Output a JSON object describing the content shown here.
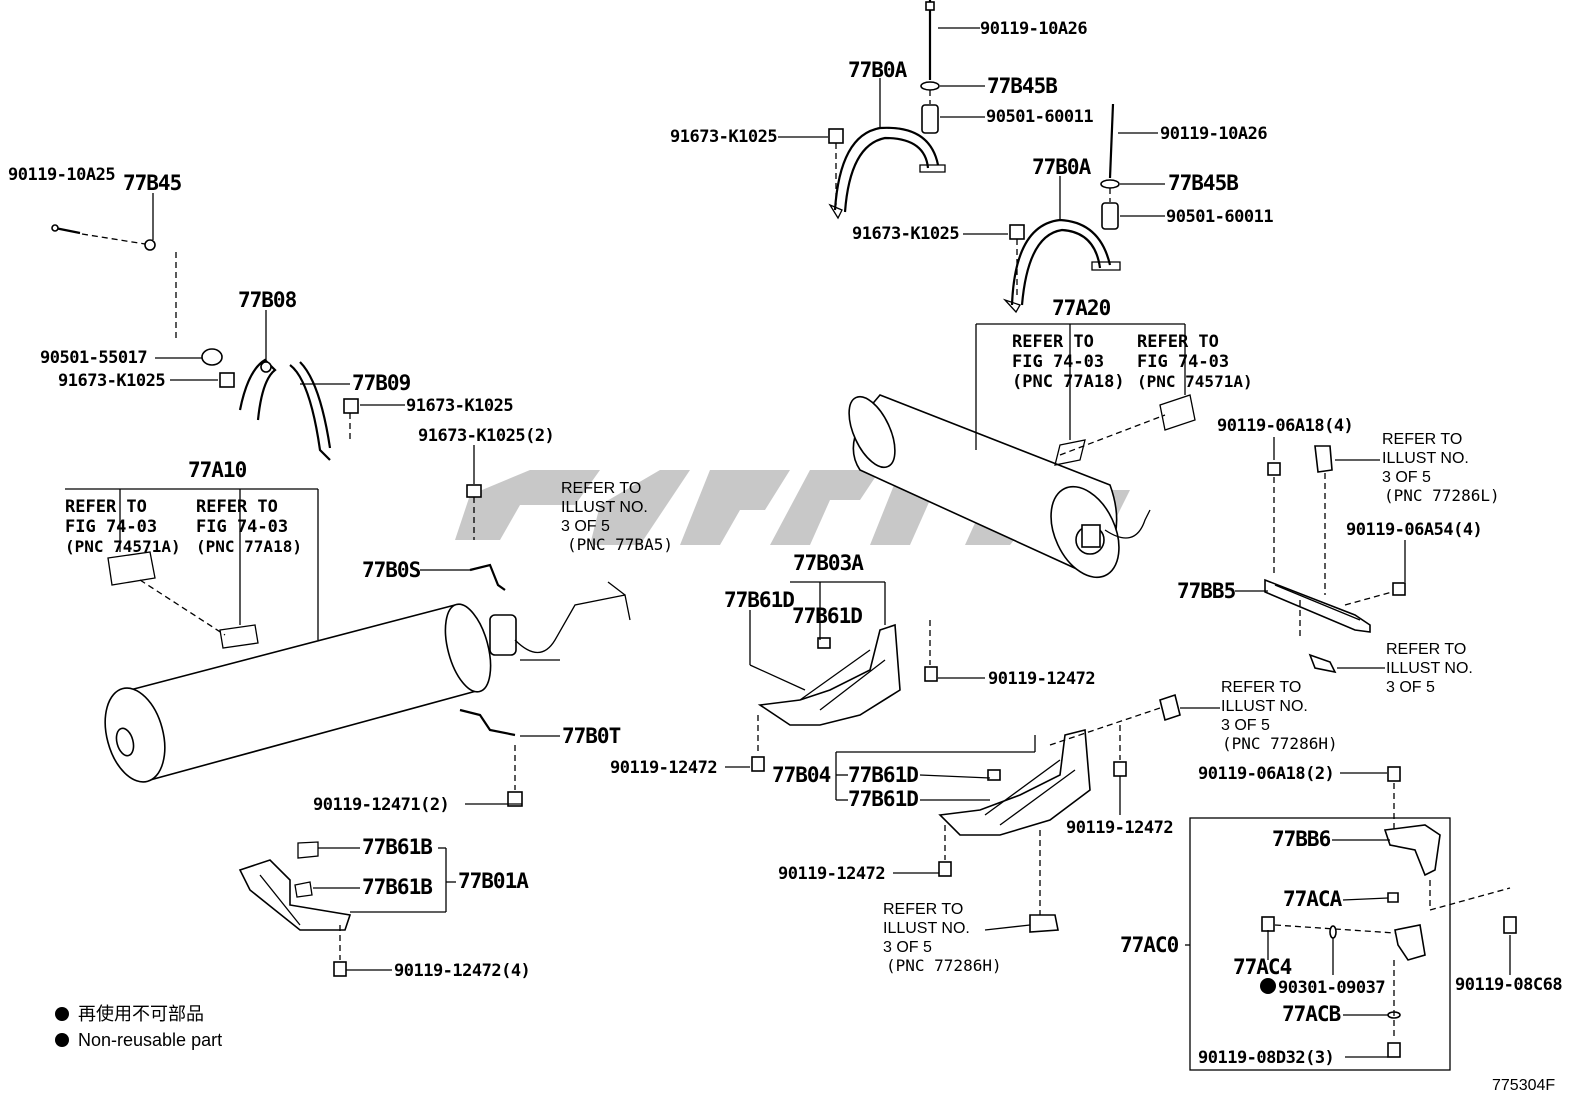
{
  "labels": {
    "p_90119_10A26_top": "90119-10A26",
    "p_77B0A_top": "77B0A",
    "p_77B45B_top": "77B45B",
    "p_90501_60011_top": "90501-60011",
    "p_91673_K1025_top": "91673-K1025",
    "p_90119_10A26_mid": "90119-10A26",
    "p_77B0A_mid": "77B0A",
    "p_77B45B_mid": "77B45B",
    "p_90501_60011_mid": "90501-60011",
    "p_91673_K1025_mid": "91673-K1025",
    "p_77A20": "77A20",
    "p_90119_10A25": "90119-10A25",
    "p_77B45": "77B45",
    "p_77B08": "77B08",
    "p_90501_55017": "90501-55017",
    "p_91673_K1025_left": "91673-K1025",
    "p_77B09": "77B09",
    "p_91673_K1025_right": "91673-K1025",
    "p_91673_K1025_2": "91673-K1025(2)",
    "p_77A10": "77A10",
    "p_77B0S": "77B0S",
    "p_77B03A": "77B03A",
    "p_77B61D_a": "77B61D",
    "p_77B61D_b": "77B61D",
    "p_90119_12472_a": "90119-12472",
    "p_77B0T": "77B0T",
    "p_90119_12472_b": "90119-12472",
    "p_77B04": "77B04",
    "p_77B61D_c": "77B61D",
    "p_77B61D_d": "77B61D",
    "p_90119_12472_c": "90119-12472",
    "p_90119_12471_2": "90119-12471(2)",
    "p_77B61B_a": "77B61B",
    "p_77B61B_b": "77B61B",
    "p_77B01A": "77B01A",
    "p_90119_12472_4": "90119-12472(4)",
    "p_90119_12472_d": "90119-12472",
    "p_90119_06A18_4": "90119-06A18(4)",
    "p_90119_06A54_4": "90119-06A54(4)",
    "p_77BB5": "77BB5",
    "p_90119_06A18_2": "90119-06A18(2)",
    "p_77BB6": "77BB6",
    "p_77ACA": "77ACA",
    "p_77AC0": "77AC0",
    "p_77AC4": "77AC4",
    "p_90301_09037": "90301-09037",
    "p_77ACB": "77ACB",
    "p_90119_08D32_3": "90119-08D32(3)",
    "p_90119_08C68": "90119-08C68"
  },
  "refs": {
    "r_a20_1": [
      "REFER TO",
      "FIG 74-03",
      "(PNC 77A18)"
    ],
    "r_a20_2": [
      "REFER TO",
      "FIG 74-03",
      "(PNC 74571A)"
    ],
    "r_a10_1": [
      "REFER TO",
      "FIG 74-03",
      "(PNC 74571A)"
    ],
    "r_a10_2": [
      "REFER TO",
      "FIG 74-03",
      "(PNC 77A18)"
    ],
    "r_ba5": [
      "REFER TO",
      "ILLUST NO.",
      "3 OF 5",
      "(PNC 77BA5)"
    ],
    "r_286l": [
      "REFER TO",
      "ILLUST NO.",
      "3 OF 5",
      "(PNC 77286L)"
    ],
    "r_3of5": [
      "REFER TO",
      "ILLUST NO.",
      "3 OF 5"
    ],
    "r_286h_a": [
      "REFER TO",
      "ILLUST NO.",
      "3 OF 5",
      "(PNC 77286H)"
    ],
    "r_286h_b": [
      "REFER TO",
      "ILLUST NO.",
      "3 OF 5",
      "(PNC 77286H)"
    ]
  },
  "legend": {
    "cn": "再使用不可部品",
    "en": "Non-reusable part"
  },
  "figure_id": "775304F"
}
